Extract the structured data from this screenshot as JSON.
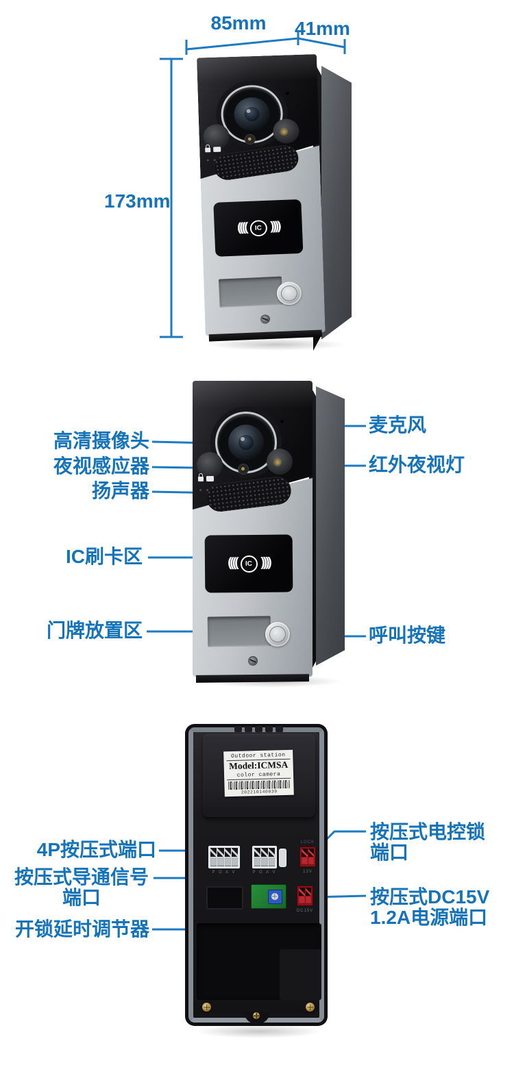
{
  "colors": {
    "accent_blue": "#1573B9",
    "line_blue": "#1B7AC0"
  },
  "dims": {
    "width": "85mm",
    "depth": "41mm",
    "height": "173mm"
  },
  "front_callouts": {
    "camera": "高清摄像头",
    "night_sensor": "夜视感应器",
    "speaker": "扬声器",
    "ic_area": "IC刷卡区",
    "nameplate": "门牌放置区",
    "microphone": "麦克风",
    "ir_light": "红外夜视灯",
    "call_button": "呼叫按键"
  },
  "back_callouts": {
    "port_4p": "4P按压式端口",
    "signal_line1": "按压式导通信号",
    "signal_line2": "端口",
    "delay": "开锁延时调节器",
    "lock_line1": "按压式电控锁",
    "lock_line2": "端口",
    "power_line1": "按压式DC15V",
    "power_line2": "1.2A电源端口"
  },
  "sticker": {
    "header": "Outdoor station",
    "model": "Model:ICMSA",
    "camera": "color camera",
    "serial": "202210140039"
  },
  "small": {
    "pins": "P G A V",
    "lock": "LOCK",
    "lock_v": "12V",
    "power": "DC15V",
    "ic": "IC",
    "arc_l": "((((",
    "arc_r": "))))"
  }
}
